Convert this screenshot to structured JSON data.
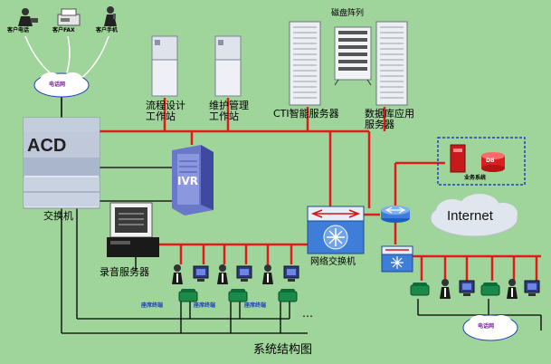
{
  "top_devices": {
    "phone": "客户电话",
    "fax": "客户FAX",
    "mobile": "客户手机"
  },
  "phone_network": "电话网",
  "disk_array": "磁盘阵列",
  "workstations": {
    "process_design": [
      "流程设计",
      "工作站"
    ],
    "maintenance": [
      "维护管理",
      "工作站"
    ]
  },
  "servers": {
    "cti": "CTI智能服务器",
    "database": [
      "数据库应用",
      "服务器"
    ]
  },
  "acd_label": "ACD",
  "switch_label": "交换机",
  "ivr_label": "IVR",
  "recording_server": "录音服务器",
  "network_switch": "网络交换机",
  "internet": "Internet",
  "business_system": "业务系统",
  "business_badge": "DB",
  "agent_terminal": "座席终端",
  "ellipsis": "…",
  "remote_phone_network": "电话网",
  "title": "系统结构图"
}
